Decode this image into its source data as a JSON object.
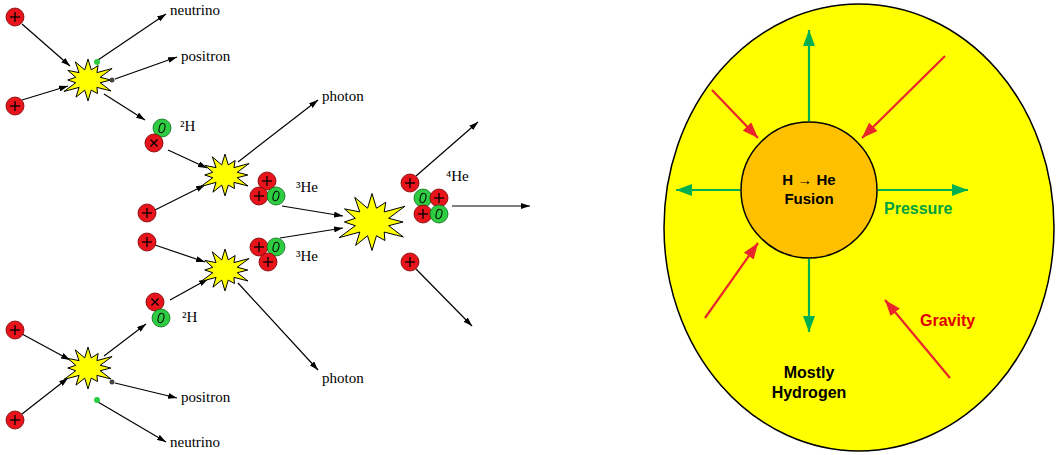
{
  "diagram": {
    "nodes": [
      {
        "text": [
          "Mostly Hydrogen"
        ]
      },
      {
        "text": [
          "H → He Fusion"
        ],
        "in": 0
      }
    ],
    "labels": [
      "neutrino",
      "positron",
      "photon",
      "²H",
      "³He",
      "⁴He",
      "³He",
      "²H",
      "photon",
      "positron",
      "neutrino",
      "Pressure",
      "Gravity"
    ]
  }
}
